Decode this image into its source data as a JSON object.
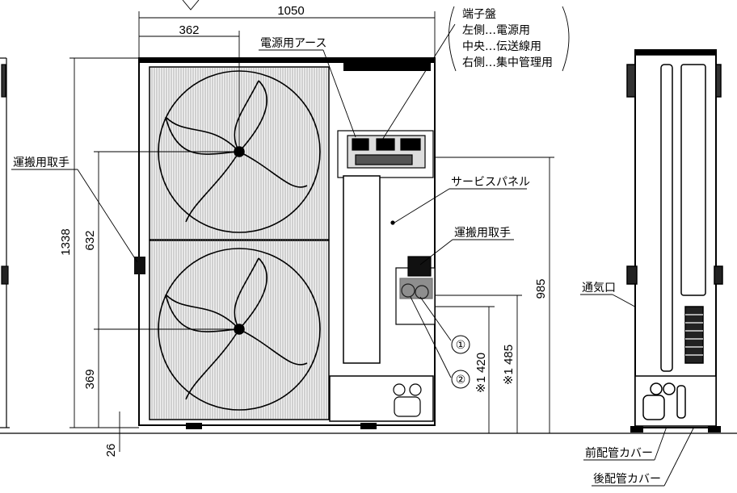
{
  "dimensions": {
    "width_total": "1050",
    "fan_center": "362",
    "height_total": "1338",
    "fan_spacing": "632",
    "lower_fan": "369",
    "base": "26",
    "service_height": "985",
    "pipe1_height": "※1 420",
    "pipe2_height": "※1 485"
  },
  "labels": {
    "terminal_box": "端子盤",
    "terminal_left": "左側…電源用",
    "terminal_center": "中央…伝送線用",
    "terminal_right": "右側…集中管理用",
    "power_earth": "電源用アース",
    "handle_left": "運搬用取手",
    "service_panel": "サービスパネル",
    "handle_right": "運搬用取手",
    "pipe_1": "①",
    "pipe_2": "②",
    "vent": "通気口",
    "front_pipe_cover": "前配管カバー",
    "rear_pipe_cover": "後配管カバー"
  }
}
